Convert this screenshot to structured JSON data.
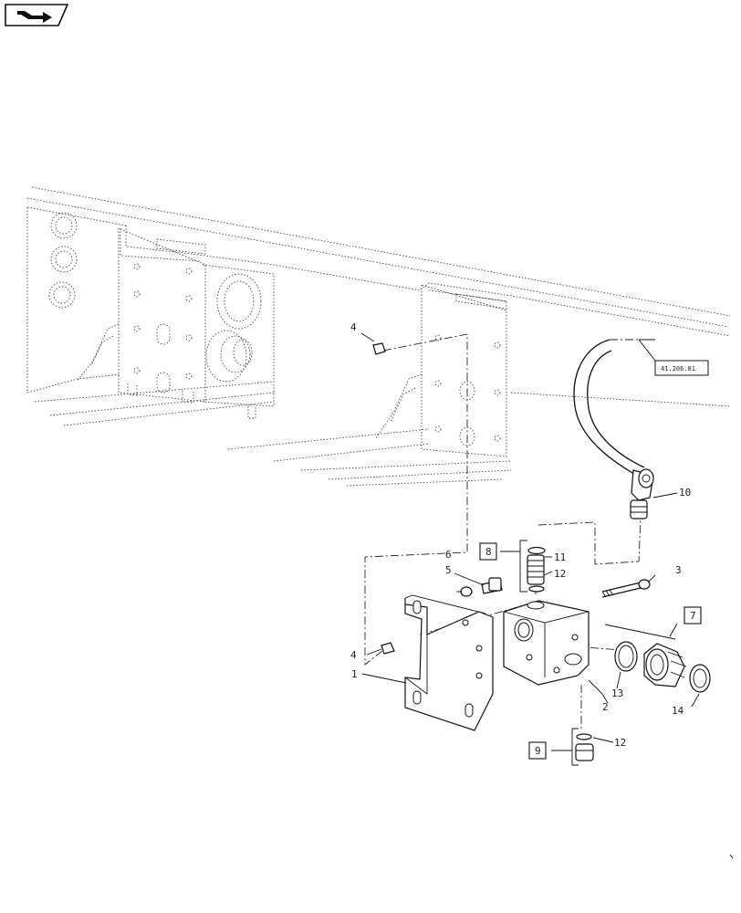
{
  "diagram": {
    "reference_label": "41.206.01",
    "callouts": {
      "c1": "1",
      "c2": "2",
      "c3": "3",
      "c4a": "4",
      "c4b": "4",
      "c5": "5",
      "c6": "6",
      "c7": "7",
      "c8": "8",
      "c9": "9",
      "c10": "10",
      "c11": "11",
      "c12a": "12",
      "c12b": "12",
      "c13": "13",
      "c14": "14"
    },
    "nav_icon": "return-arrow-icon"
  }
}
